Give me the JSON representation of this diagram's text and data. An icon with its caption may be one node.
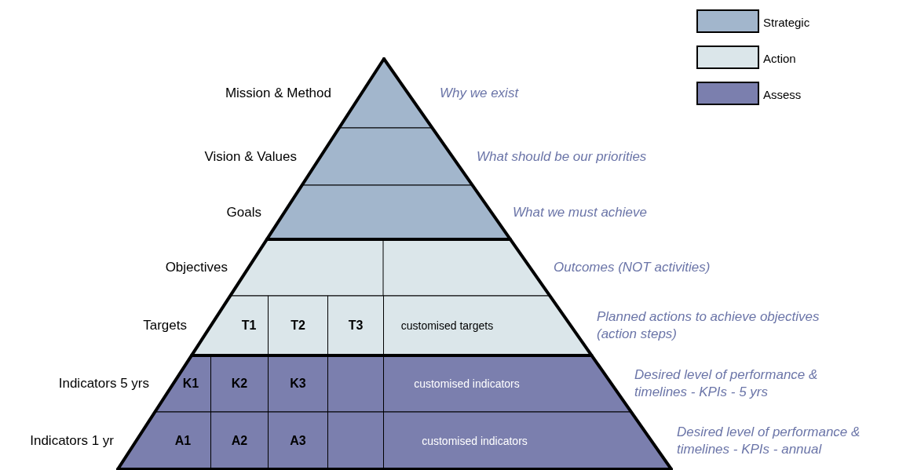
{
  "diagram": {
    "nodes": [
      {
        "text": [
          "Mission & Method"
        ],
        "beside": [
          "Why we exist"
        ]
      },
      {
        "text": [
          "Vision & Values"
        ],
        "beside": [
          "What should be our priorities"
        ]
      },
      {
        "text": [
          "Goals"
        ],
        "beside": [
          "What we must achieve"
        ]
      },
      {
        "text": [
          "Objectives"
        ],
        "beside": [
          "Outcomes (NOT activities)"
        ]
      },
      {
        "text": [
          "Targets"
        ],
        "beside": [
          "Planned actions to achieve objectives (action steps)"
        ]
      },
      {
        "text": [
          "T1"
        ],
        "in": 4
      },
      {
        "text": [
          "T2"
        ],
        "in": 4
      },
      {
        "text": [
          "T3"
        ],
        "in": 4
      },
      {
        "text": [
          "customised targets"
        ],
        "in": 4
      },
      {
        "text": [
          "Indicators 5 yrs"
        ],
        "beside": [
          "Desired level of performance & timelines - KPIs - 5 yrs"
        ]
      },
      {
        "text": [
          "K1"
        ],
        "in": 9
      },
      {
        "text": [
          "K2"
        ],
        "in": 9
      },
      {
        "text": [
          "K3"
        ],
        "in": 9
      },
      {
        "text": [],
        "shape": "box",
        "in": 9
      },
      {
        "text": [
          "customised indicators"
        ],
        "in": 9
      },
      {
        "text": [
          "Indicators 1 yr"
        ],
        "beside": [
          "Desired level of performance & timelines - KPIs - annual"
        ]
      },
      {
        "text": [
          "A1"
        ],
        "in": 15
      },
      {
        "text": [
          "A2"
        ],
        "in": 15
      },
      {
        "text": [
          "A3"
        ],
        "in": 15
      },
      {
        "text": [],
        "shape": "box",
        "in": 15
      },
      {
        "text": [
          "customised indicators"
        ],
        "in": 15
      }
    ],
    "legend": [
      {
        "text": "Strategic",
        "color": "#a2b6cc"
      },
      {
        "text": "Action",
        "color": "#dbe6ea"
      },
      {
        "text": "Assess",
        "color": "#7b7fae"
      }
    ]
  }
}
